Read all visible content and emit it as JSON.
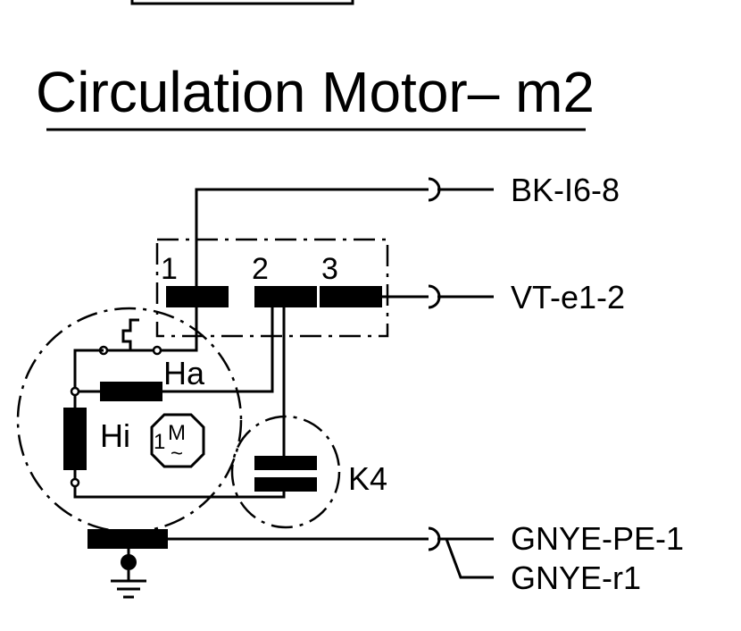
{
  "title": "Circulation Motor– m2",
  "terminal_block": {
    "terminals": [
      "1",
      "2",
      "3"
    ]
  },
  "components": {
    "ha": "Ha",
    "hi": "Hi",
    "motor_symbol": "M",
    "motor_phase": "1",
    "motor_ac": "~",
    "capacitor": "K4"
  },
  "connectors": [
    {
      "label": "BK-I6-8"
    },
    {
      "label": "VT-e1-2"
    },
    {
      "label": "GNYE-PE-1"
    },
    {
      "label": "GNYE-r1"
    }
  ]
}
